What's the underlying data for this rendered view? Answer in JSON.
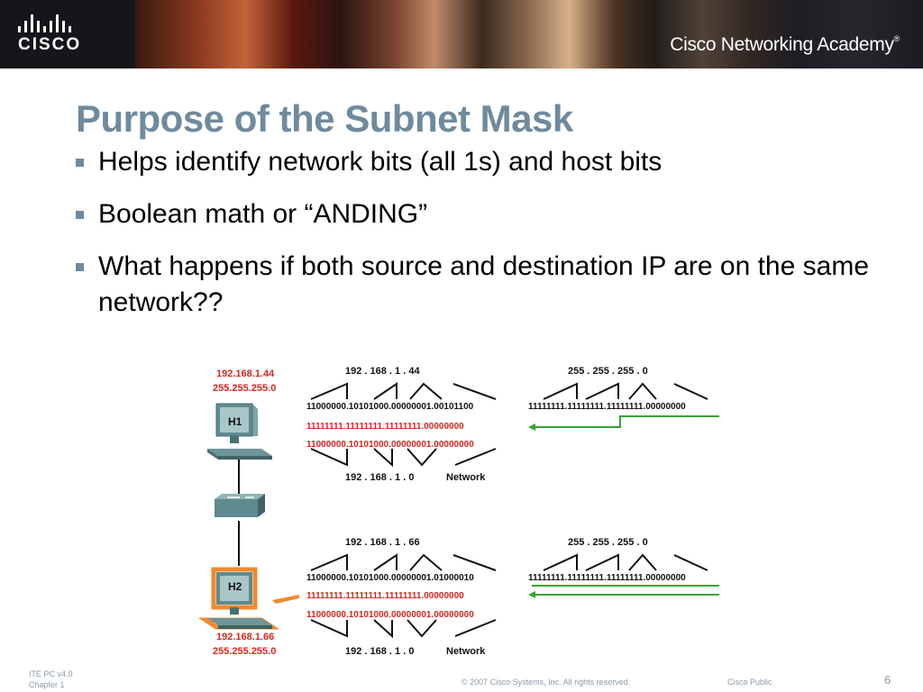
{
  "header": {
    "logo_text": "CISCO",
    "academy_name": "Cisco Networking Academy",
    "academy_mark": "®"
  },
  "slide": {
    "title": "Purpose of the Subnet Mask",
    "bullets": [
      "Helps identify network bits (all 1s) and host bits",
      "Boolean math or “ANDING”",
      "What happens if both source and destination IP are on the same network??"
    ]
  },
  "diagram": {
    "h1": {
      "label": "H1",
      "ip": "192.168.1.44",
      "mask": "255.255.255.0",
      "ip_octets": "192  .  168  .  1  .  44",
      "ip_binary": "11000000.10101000.00000001.00101100",
      "mask_binary": "11111111.11111111.11111111.00000000",
      "and_binary": "11000000.10101000.00000001.00000000",
      "result_octets": "192  .  168  .  1  .  0",
      "result_label": "Network",
      "mask_octets": "255  .  255  .  255  .  0",
      "mask_binary_right": "11111111.11111111.11111111.00000000"
    },
    "h2": {
      "label": "H2",
      "ip": "192.168.1.66",
      "mask": "255.255.255.0",
      "ip_octets": "192  .  168  .  1  .  66",
      "ip_binary": "11000000.10101000.00000001.01000010",
      "mask_binary": "11111111.11111111.11111111.00000000",
      "and_binary": "11000000.10101000.00000001.00000000",
      "result_octets": "192  .  168  .  1  .  0",
      "result_label": "Network",
      "mask_octets": "255  .  255  .  255  .  0",
      "mask_binary_right": "11111111.11111111.11111111.00000000"
    },
    "colors": {
      "red": "#d7261e",
      "green": "#3aa335",
      "device": "#5f8a8f",
      "highlight": "#f08a2c"
    }
  },
  "footer": {
    "course": "ITE PC v4.0",
    "chapter": "Chapter 1",
    "copyright": "© 2007 Cisco Systems, Inc. All rights reserved.",
    "classification": "Cisco Public",
    "page": "6"
  }
}
